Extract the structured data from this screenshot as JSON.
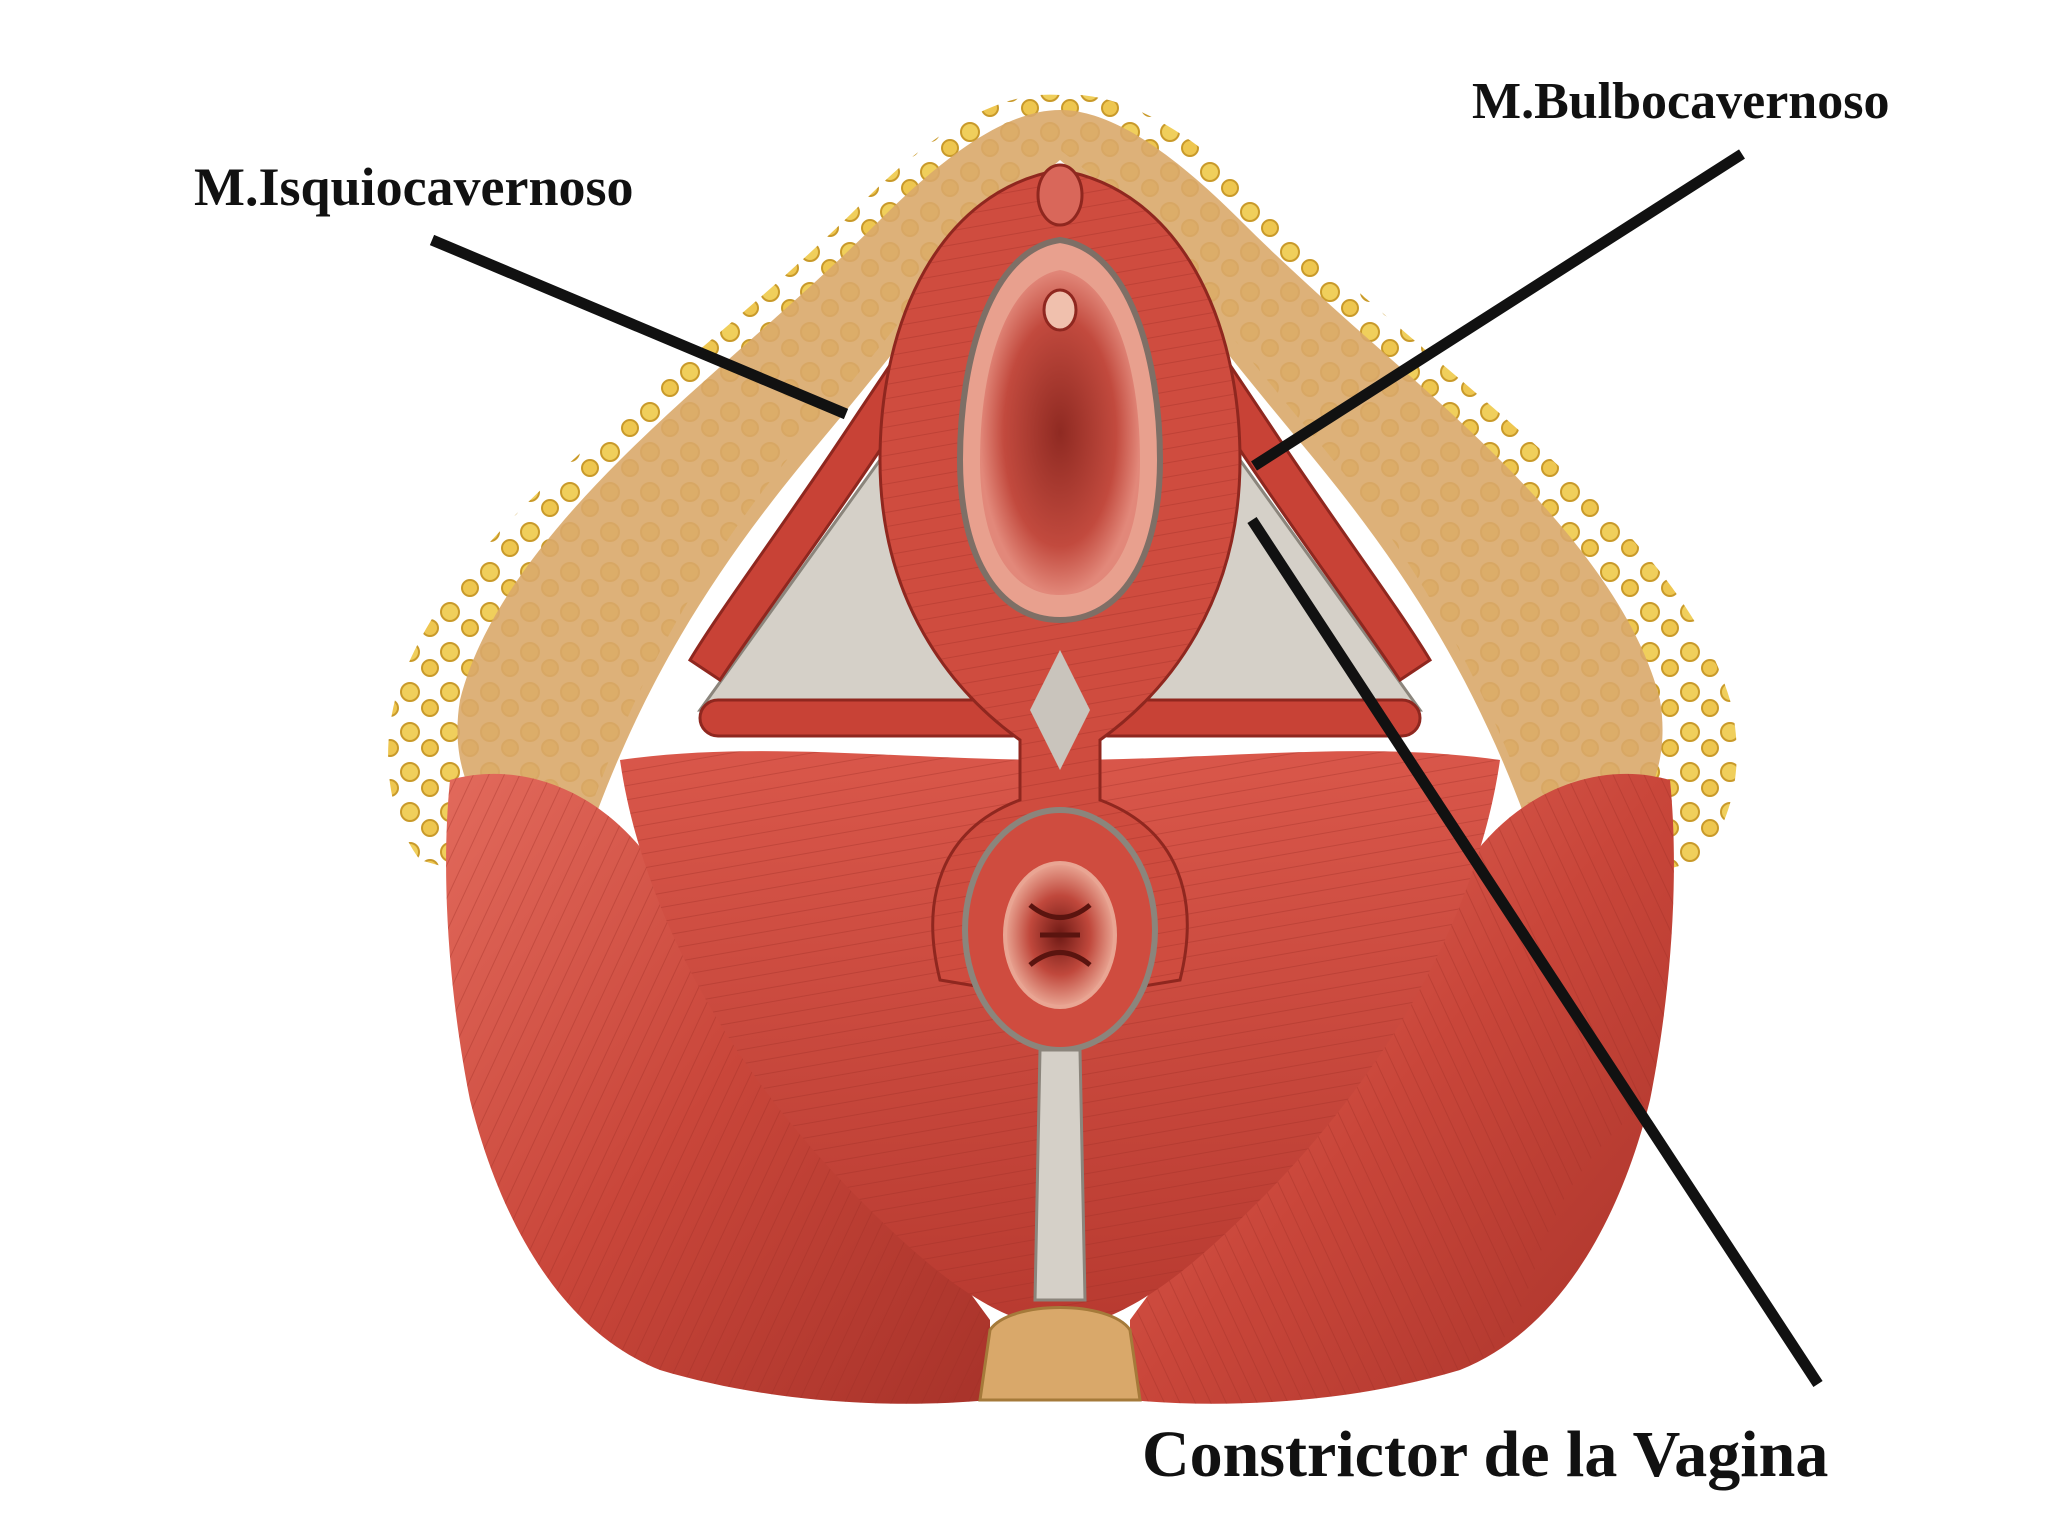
{
  "labels": {
    "isquiocavernoso": "M.Isquiocavernoso",
    "bulbocavernoso": "M.Bulbocavernoso",
    "constrictor": "Constrictor de la Vagina"
  },
  "colors": {
    "background": "#ffffff",
    "muscle": "#c9463a",
    "muscle_dark": "#9e2c24",
    "muscle_light": "#e0675a",
    "fat": "#e8c04a",
    "skin": "#d9a86a",
    "fascia": "#c9c4bc",
    "leader_line": "#111111",
    "text": "#111111"
  }
}
